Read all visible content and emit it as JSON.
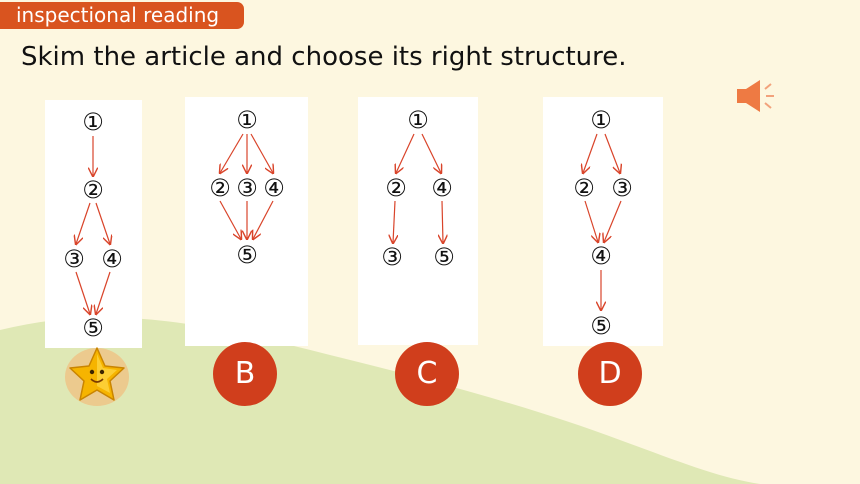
{
  "header": {
    "tag_label": "inspectional reading"
  },
  "instruction": "Skim the article and choose its right structure.",
  "colors": {
    "tag": "#d9541f",
    "option": "#d03e1c",
    "arrow": "#d9442a",
    "hill": "#dfe8b5",
    "background": "#fdf7e0",
    "speaker": "#ee7a43"
  },
  "icons": {
    "speaker": "speaker-icon",
    "star": "star-icon"
  },
  "diagrams": {
    "a": {
      "nodes": [
        "①",
        "②",
        "③",
        "④",
        "⑤"
      ]
    },
    "b": {
      "nodes": [
        "①",
        "②",
        "③",
        "④",
        "⑤"
      ]
    },
    "c": {
      "nodes": [
        "①",
        "②",
        "④",
        "③",
        "⑤"
      ]
    },
    "d": {
      "nodes": [
        "①",
        "②",
        "③",
        "④",
        "⑤"
      ]
    }
  },
  "options": {
    "b": "B",
    "c": "C",
    "d": "D"
  }
}
